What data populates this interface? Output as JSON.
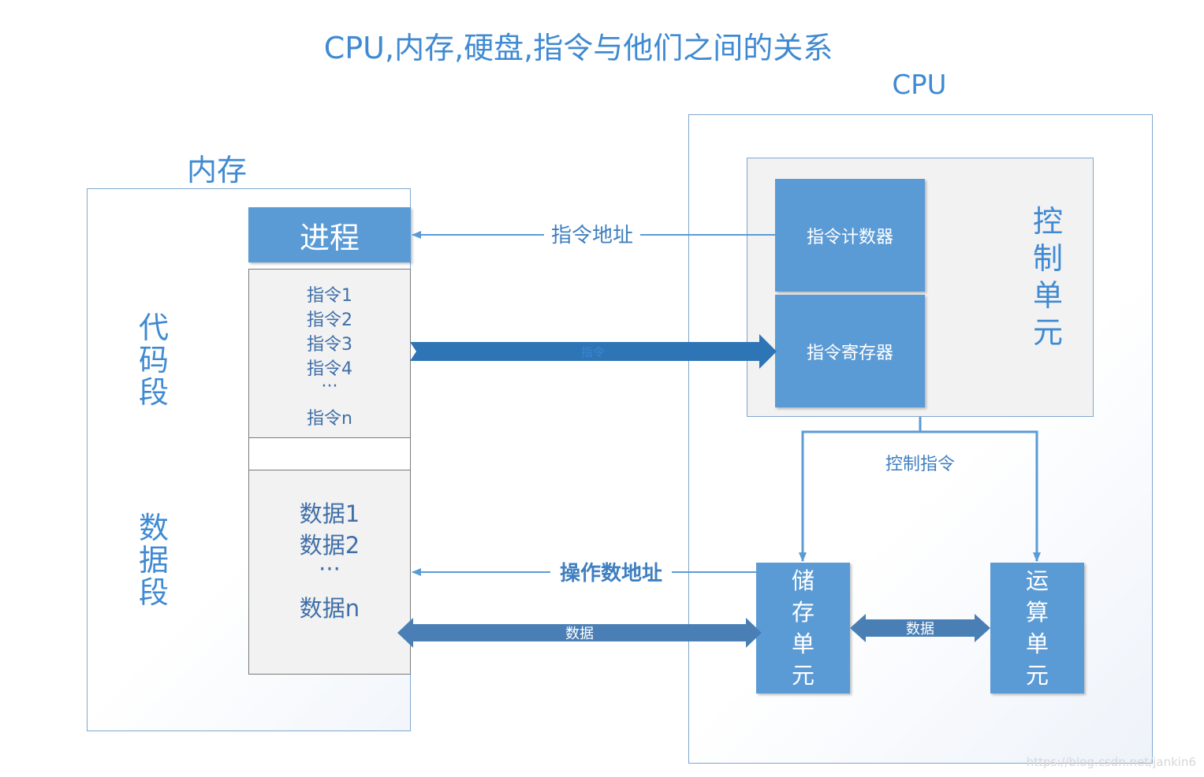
{
  "title": "CPU,内存,硬盘,指令与他们之间的关系",
  "memory": {
    "label": "内存",
    "process_header": "进程",
    "code_segment_label": "代\n码\n段",
    "data_segment_label": "数\n据\n段",
    "instructions": [
      "指令1",
      "指令2",
      "指令3",
      "指令4",
      "···",
      "指令n"
    ],
    "data_items": [
      "数据1",
      "数据2",
      "···",
      "数据n"
    ]
  },
  "cpu": {
    "label": "CPU",
    "control_unit_label": "控\n制\n单\n元",
    "program_counter": "指令计数器",
    "instruction_register": "指令寄存器",
    "storage_unit": "储\n存\n单\n元",
    "alu": "运\n算\n单\n元"
  },
  "arrows": {
    "instruction_address": "指令地址",
    "instruction": "指令",
    "control_instruction": "控制指令",
    "operand_address": "操作数地址",
    "data_memory_storage": "数据",
    "data_storage_alu": "数据"
  },
  "watermark": "https://blog.csdn.net/jankin6",
  "colors": {
    "block_blue": "#5b9bd5",
    "dark_arrow_blue": "#2e75b6",
    "mid_arrow_blue": "#4a7fb5",
    "line_blue": "#5b9bd5",
    "title_blue": "#3f8ad2",
    "panel_grey": "#f2f2f2"
  }
}
